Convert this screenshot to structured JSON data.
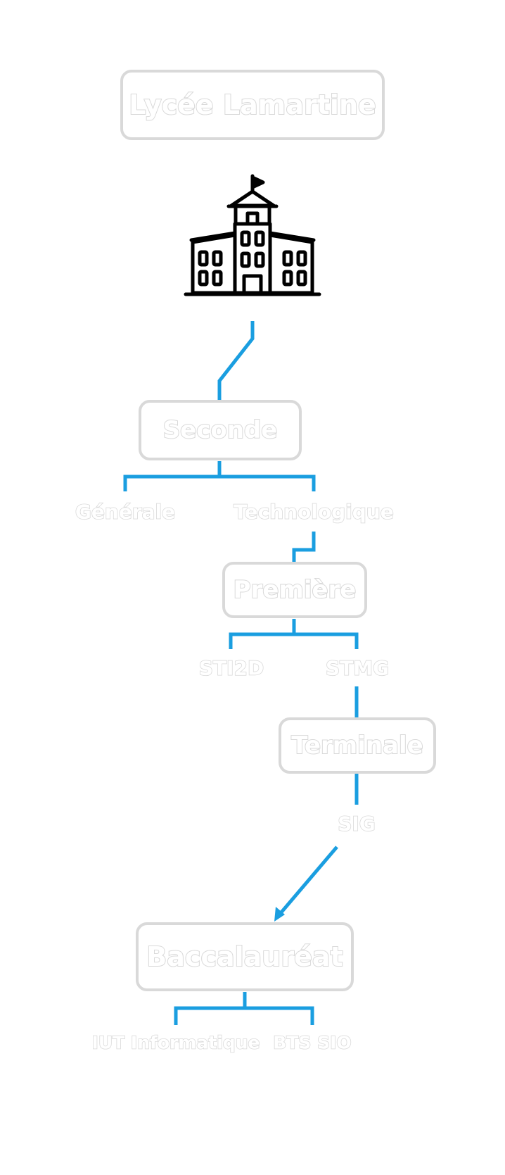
{
  "nodes": {
    "school": "Lycée Lamartine",
    "seconde": "Seconde",
    "premiere": "Première",
    "terminale": "Terminale",
    "bac": "Baccalauréat"
  },
  "labels": {
    "generale": "Générale",
    "technologique": "Technologique",
    "sti2d": "STI2D",
    "stmg": "STMG",
    "sig": "SIG",
    "iut": "IUT Informatique",
    "bts": "BTS SIO"
  },
  "icon": "school-building-icon",
  "colors": {
    "connector": "#1a9ee0",
    "text_outline": "#d9d9d9",
    "icon": "#000000"
  }
}
